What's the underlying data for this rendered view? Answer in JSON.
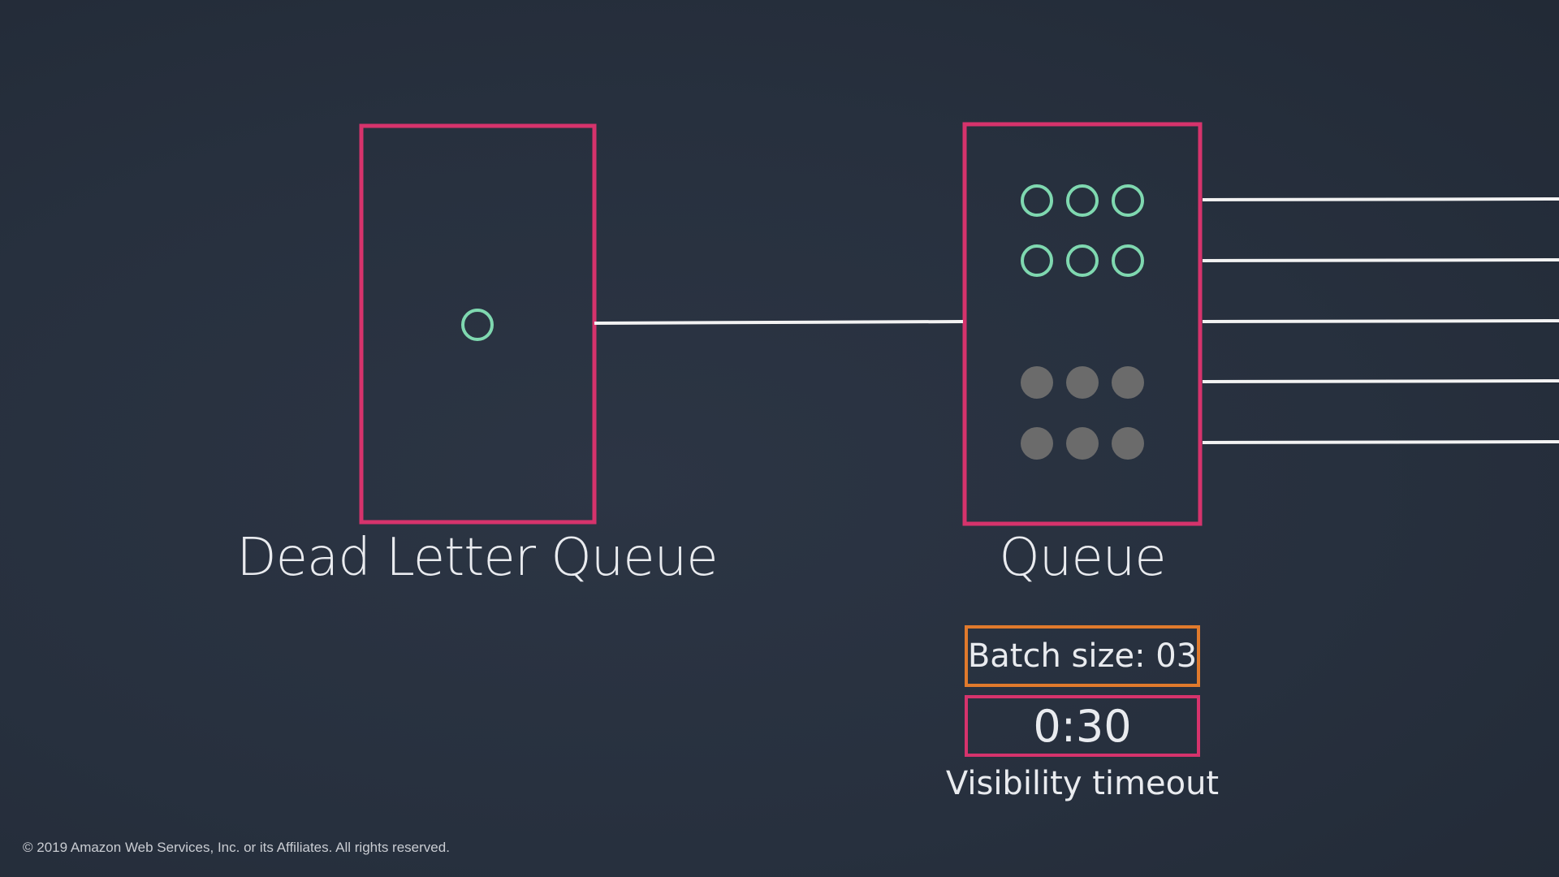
{
  "colors": {
    "queue_border": "#d6336c",
    "batch_border": "#e07a2c",
    "timeout_border": "#d6336c",
    "connector": "#f2f2f2",
    "message_pending": "#7fd8b0",
    "message_inflight": "#6b6b6b"
  },
  "dead_letter_queue": {
    "label": "Dead Letter Queue",
    "messages_pending": 1
  },
  "queue": {
    "label": "Queue",
    "messages_pending": 6,
    "messages_in_flight": 6,
    "outgoing_connections": 5
  },
  "settings": {
    "batch_size_label": "Batch size: 03",
    "visibility_timeout_value": "0:30",
    "visibility_timeout_label": "Visibility timeout"
  },
  "footer": {
    "copyright": "© 2019 Amazon Web Services, Inc. or its Affiliates. All rights reserved."
  },
  "icons": {
    "pending_message": "message-pending-icon",
    "in_flight_message": "message-inflight-icon"
  }
}
